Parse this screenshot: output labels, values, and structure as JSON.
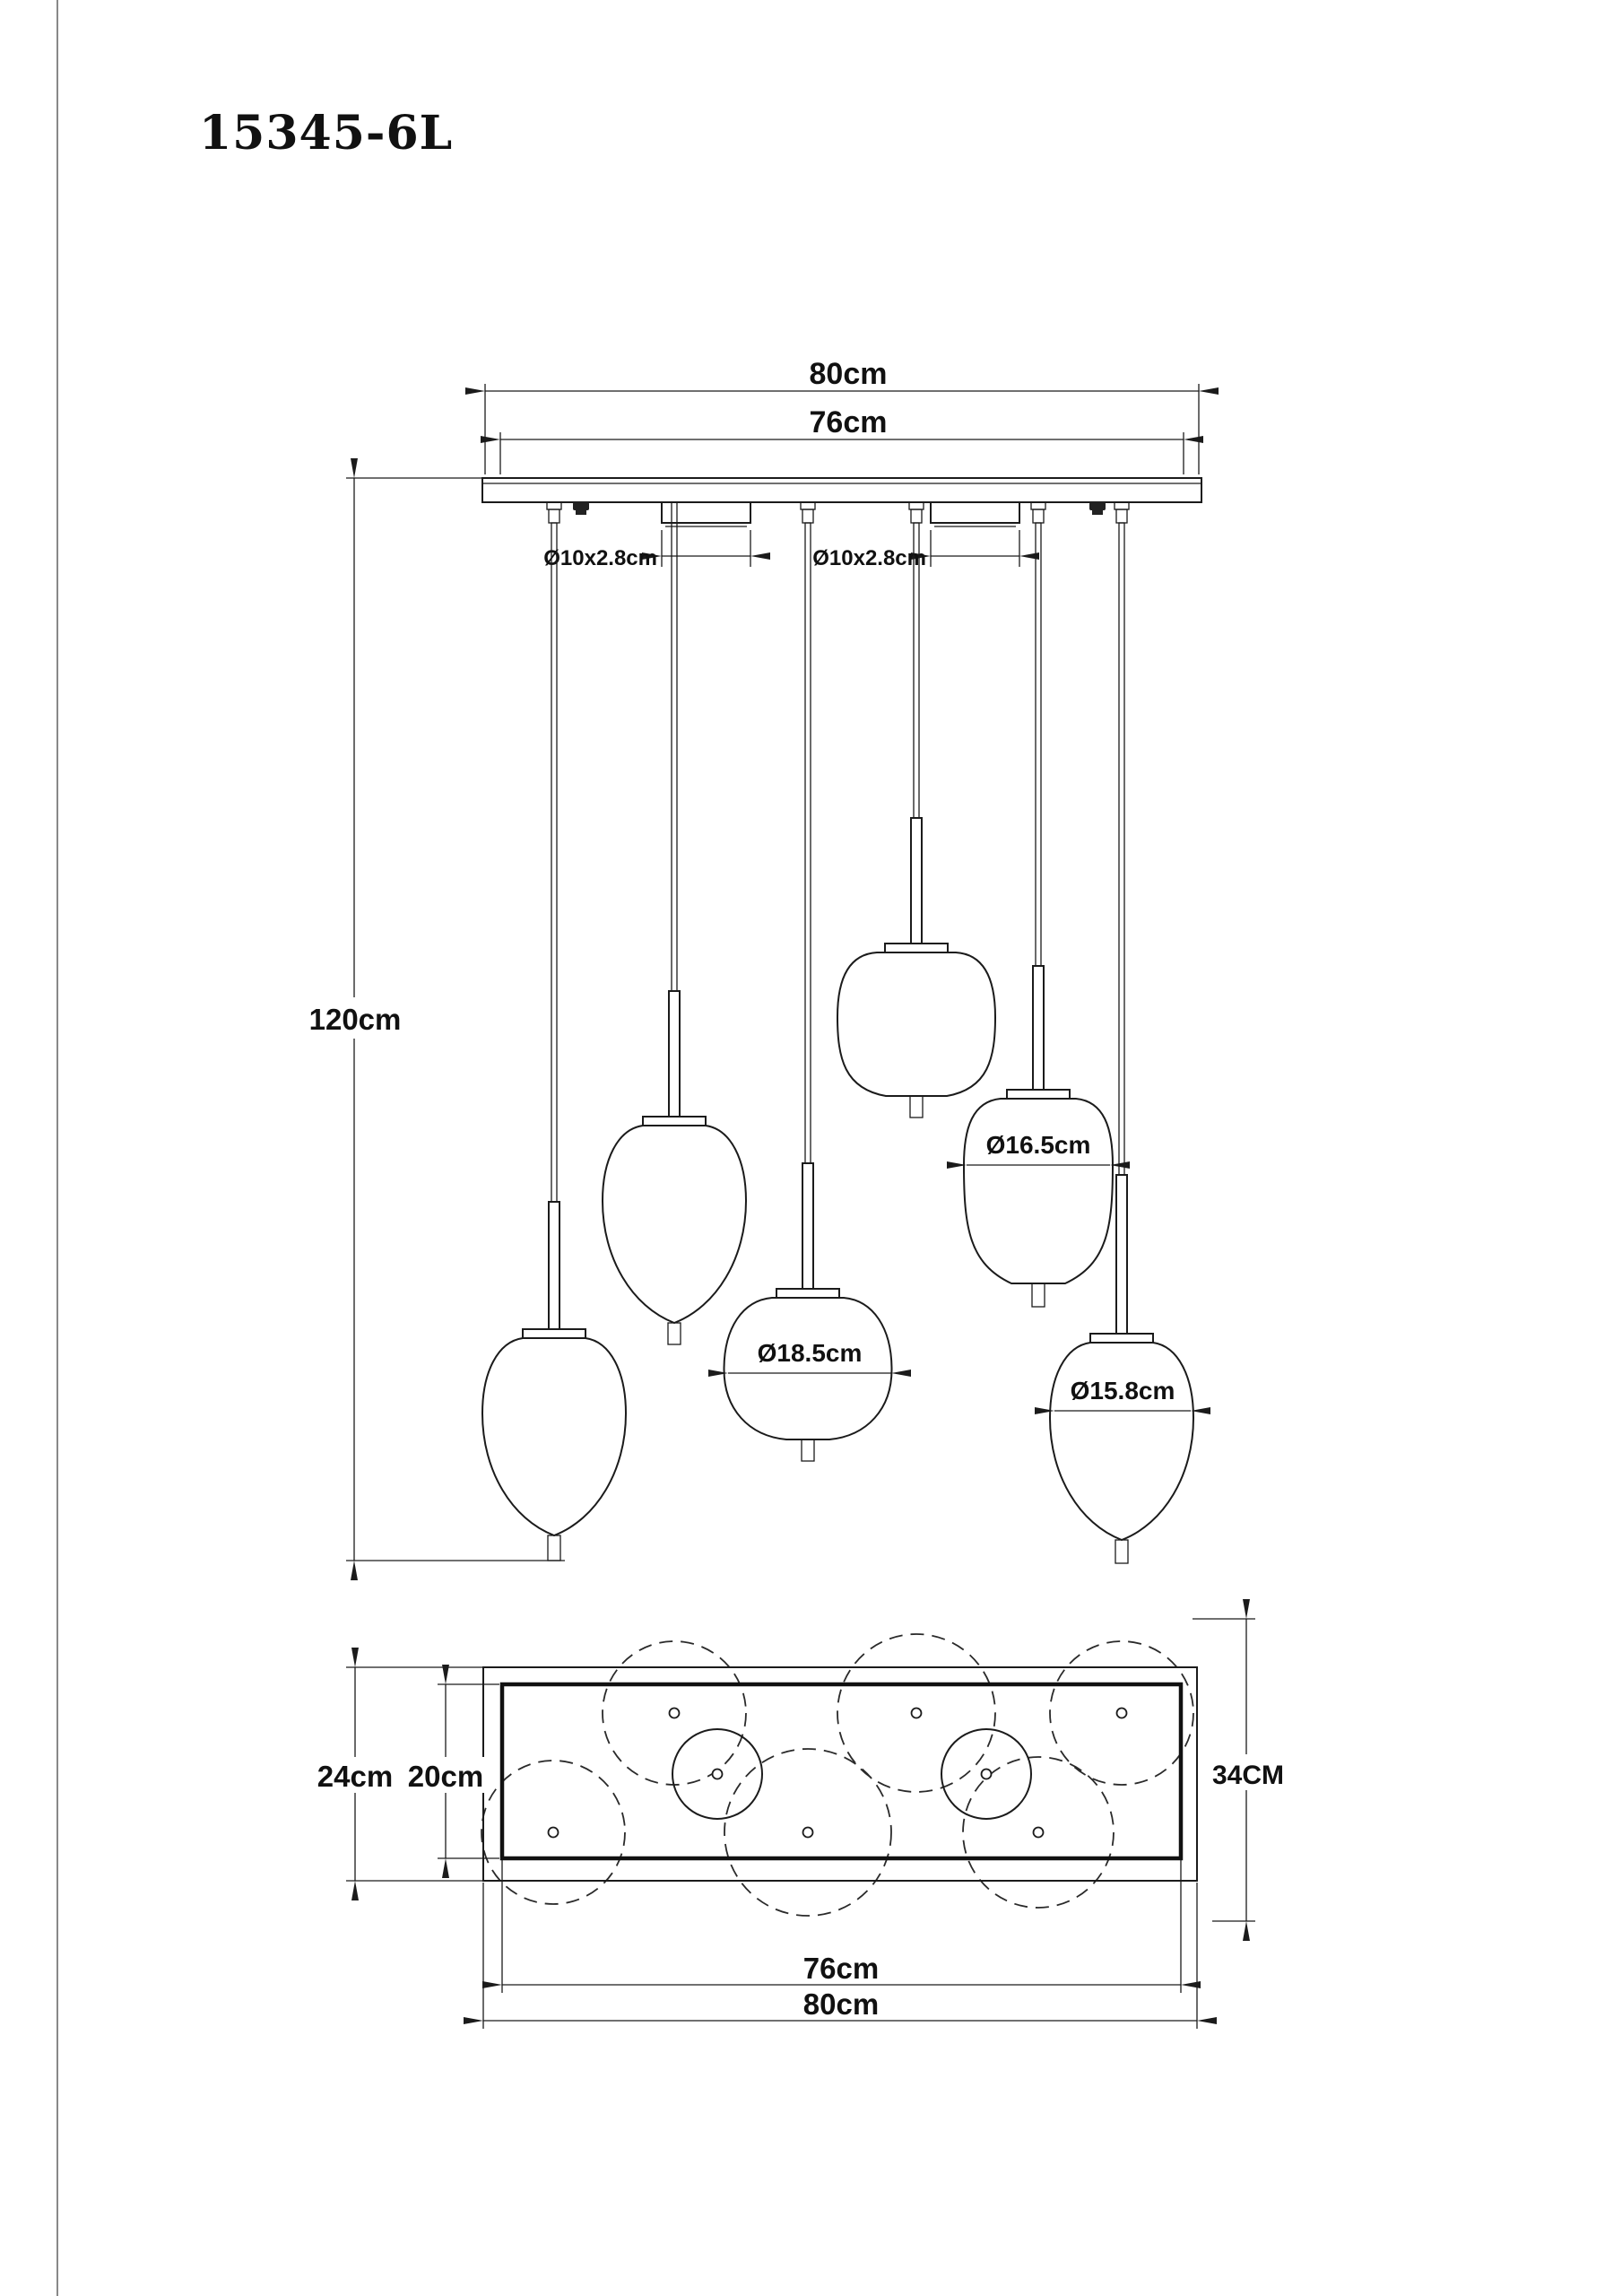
{
  "title": "15345-6L",
  "colors": {
    "line": "#1b1b1b",
    "background": "#ffffff"
  },
  "front_view": {
    "description": "front elevation of 6-light pendant",
    "pendant_count": 6,
    "dim_width_overall": "80cm",
    "dim_width_mount": "76cm",
    "dim_drop_height": "120cm",
    "dim_canopy_left": "Ø10x2.8cm",
    "dim_canopy_right": "Ø10x2.8cm",
    "dim_shade_round": "Ø18.5cm",
    "dim_shade_lantern": "Ø16.5cm",
    "dim_shade_egg": "Ø15.8cm"
  },
  "plan_view": {
    "description": "ceiling plate plan with shade footprints",
    "dim_depth_overall": "24cm",
    "dim_depth_mount": "20cm",
    "dim_span_total": "34CM",
    "dim_width_mount": "76cm",
    "dim_width_overall": "80cm"
  }
}
